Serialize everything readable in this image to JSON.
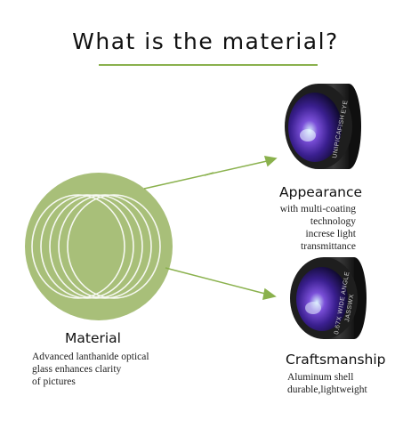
{
  "title": "What is the material?",
  "colors": {
    "accent_green": "#8ab14d",
    "circle_fill": "#a8bf79",
    "lens_body": "#2a2a2a",
    "lens_glass": "#5a3fb0"
  },
  "material": {
    "heading": "Material",
    "lines": [
      "Advanced lanthanide optical",
      "glass enhances clarity",
      "of pictures"
    ]
  },
  "appearance": {
    "heading": "Appearance",
    "lines": [
      "with multi-coating",
      "technology",
      "increse light",
      "transmittance"
    ],
    "lens_text_1": "UNIPICA",
    "lens_text_2": "FISH",
    "lens_text_3": "EYE"
  },
  "craftsmanship": {
    "heading": "Craftsmanship",
    "lines": [
      "Aluminum shell",
      "durable,lightweight"
    ],
    "lens_text_1": "0.67X WIDE ANGLE",
    "lens_text_2": "JASSWX"
  }
}
